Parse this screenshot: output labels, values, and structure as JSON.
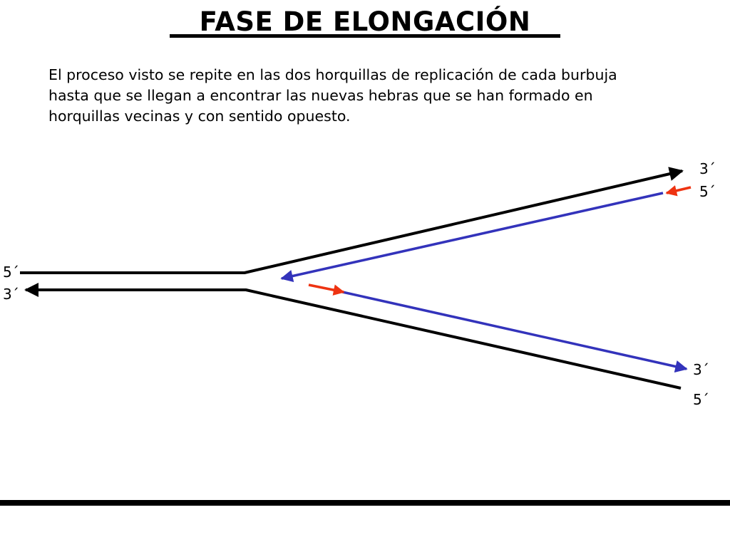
{
  "title": "FASE DE ELONGACIÓN",
  "description": "El proceso visto se repite en las dos horquillas de replicación de cada burbuja hasta que se llegan a encontrar las nuevas hebras que se han formado en horquillas vecinas y con sentido opuesto.",
  "labels": {
    "left_top": "5´",
    "left_bottom": "3´",
    "upper_right_top": "3´",
    "upper_right_bottom": "5´",
    "lower_right_top": "3´",
    "lower_right_bottom": "5´"
  },
  "colors": {
    "parental_strand": "#000000",
    "new_strand": "#3333bb",
    "primer": "#ee3311"
  }
}
